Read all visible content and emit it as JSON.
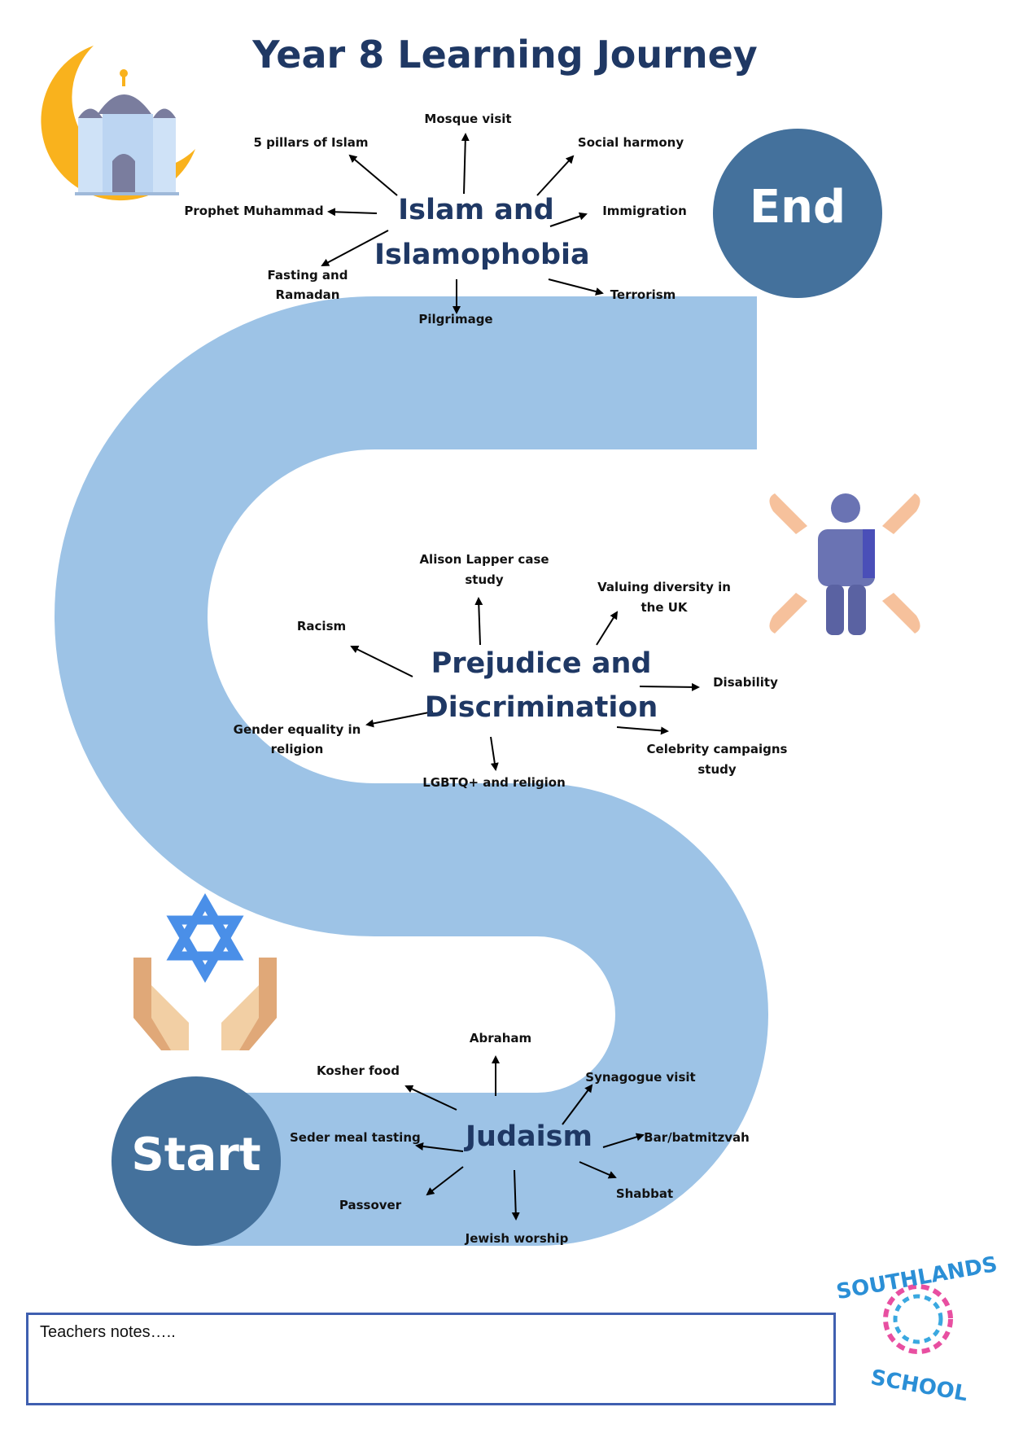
{
  "page": {
    "title": "Year 8 Learning Journey",
    "teachers_notes": "Teachers notes…..",
    "colors": {
      "path": "#9dc3e6",
      "circle": "#44719c",
      "title": "#1f3864",
      "notes_border": "#3f5fb0"
    }
  },
  "journey": {
    "start_label": "Start",
    "end_label": "End",
    "topics": [
      {
        "name_line1": "Judaism",
        "items": [
          "Abraham",
          "Kosher food",
          "Synagogue visit",
          "Seder meal tasting",
          "Bar/batmitzvah",
          "Passover",
          "Shabbat",
          "Jewish worship"
        ]
      },
      {
        "name_line1": "Prejudice and",
        "name_line2": "Discrimination",
        "items": [
          "Alison Lapper case",
          "study",
          "Valuing diversity in",
          "the UK",
          "Racism",
          "Disability",
          "Gender equality in",
          "religion",
          "Celebrity campaigns",
          "study",
          "LGBTQ+ and religion"
        ]
      },
      {
        "name_line1": "Islam and",
        "name_line2": "Islamophobia",
        "items": [
          "Mosque visit",
          "5 pillars of Islam",
          "Social harmony",
          "Prophet Muhammad",
          "Immigration",
          "Fasting and",
          "Ramadan",
          "Terrorism",
          "Pilgrimage"
        ]
      }
    ]
  },
  "icons": [
    "mosque-crescent-icon",
    "person-inclusion-icon",
    "star-of-david-hands-icon",
    "southlands-school-logo"
  ],
  "logo": {
    "text": "SOUTHLANDS SCHOOL"
  }
}
